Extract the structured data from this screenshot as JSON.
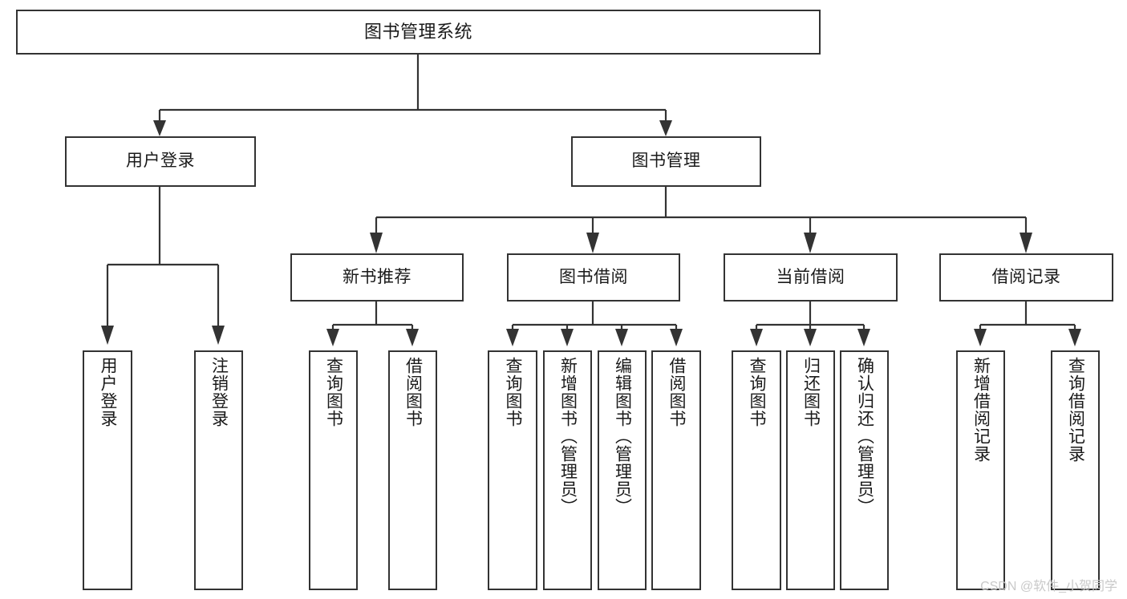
{
  "diagram": {
    "title": "图书管理系统",
    "type": "tree",
    "watermark": "CSDN @软件_小贺同学",
    "accent_color": "#333333",
    "background_color": "#ffffff",
    "nodes": {
      "root": {
        "label": "图书管理系统"
      },
      "level2": [
        {
          "id": "user-login",
          "label": "用户登录"
        },
        {
          "id": "book-manage",
          "label": "图书管理"
        }
      ],
      "level3": [
        {
          "id": "new-book-recommend",
          "label": "新书推荐"
        },
        {
          "id": "book-borrow",
          "label": "图书借阅"
        },
        {
          "id": "current-borrow",
          "label": "当前借阅"
        },
        {
          "id": "borrow-record",
          "label": "借阅记录"
        }
      ],
      "leaves": {
        "user_login": [
          {
            "id": "login",
            "label": "用户登录"
          },
          {
            "id": "logout",
            "label": "注销登录"
          }
        ],
        "new_book_recommend": [
          {
            "id": "query-book-1",
            "label": "查询图书"
          },
          {
            "id": "borrow-book-1",
            "label": "借阅图书"
          }
        ],
        "book_borrow": [
          {
            "id": "query-book-2",
            "label": "查询图书"
          },
          {
            "id": "add-book",
            "label": "新增图书（管理员）"
          },
          {
            "id": "edit-book",
            "label": "编辑图书（管理员）"
          },
          {
            "id": "borrow-book-2",
            "label": "借阅图书"
          }
        ],
        "current_borrow": [
          {
            "id": "query-book-3",
            "label": "查询图书"
          },
          {
            "id": "return-book",
            "label": "归还图书"
          },
          {
            "id": "confirm-return",
            "label": "确认归还（管理员）"
          }
        ],
        "borrow_record": [
          {
            "id": "add-borrow-record",
            "label": "新增借阅记录"
          },
          {
            "id": "query-borrow-record",
            "label": "查询借阅记录"
          }
        ]
      }
    }
  }
}
